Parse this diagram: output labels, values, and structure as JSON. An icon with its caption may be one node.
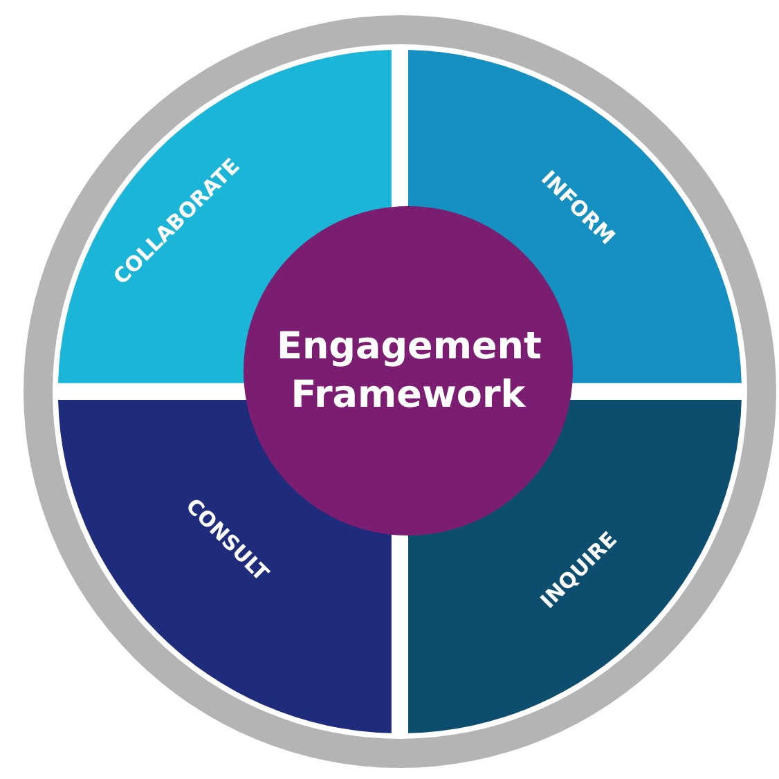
{
  "diagram": {
    "nodes": [
      {
        "text": [
          "COLLABORATE"
        ]
      },
      {
        "text": [
          "INFORM"
        ]
      },
      {
        "text": [
          "CONSULT"
        ]
      },
      {
        "text": [
          "INQUIRE"
        ]
      },
      {
        "text": [
          "Engagement Framework"
        ]
      }
    ]
  }
}
